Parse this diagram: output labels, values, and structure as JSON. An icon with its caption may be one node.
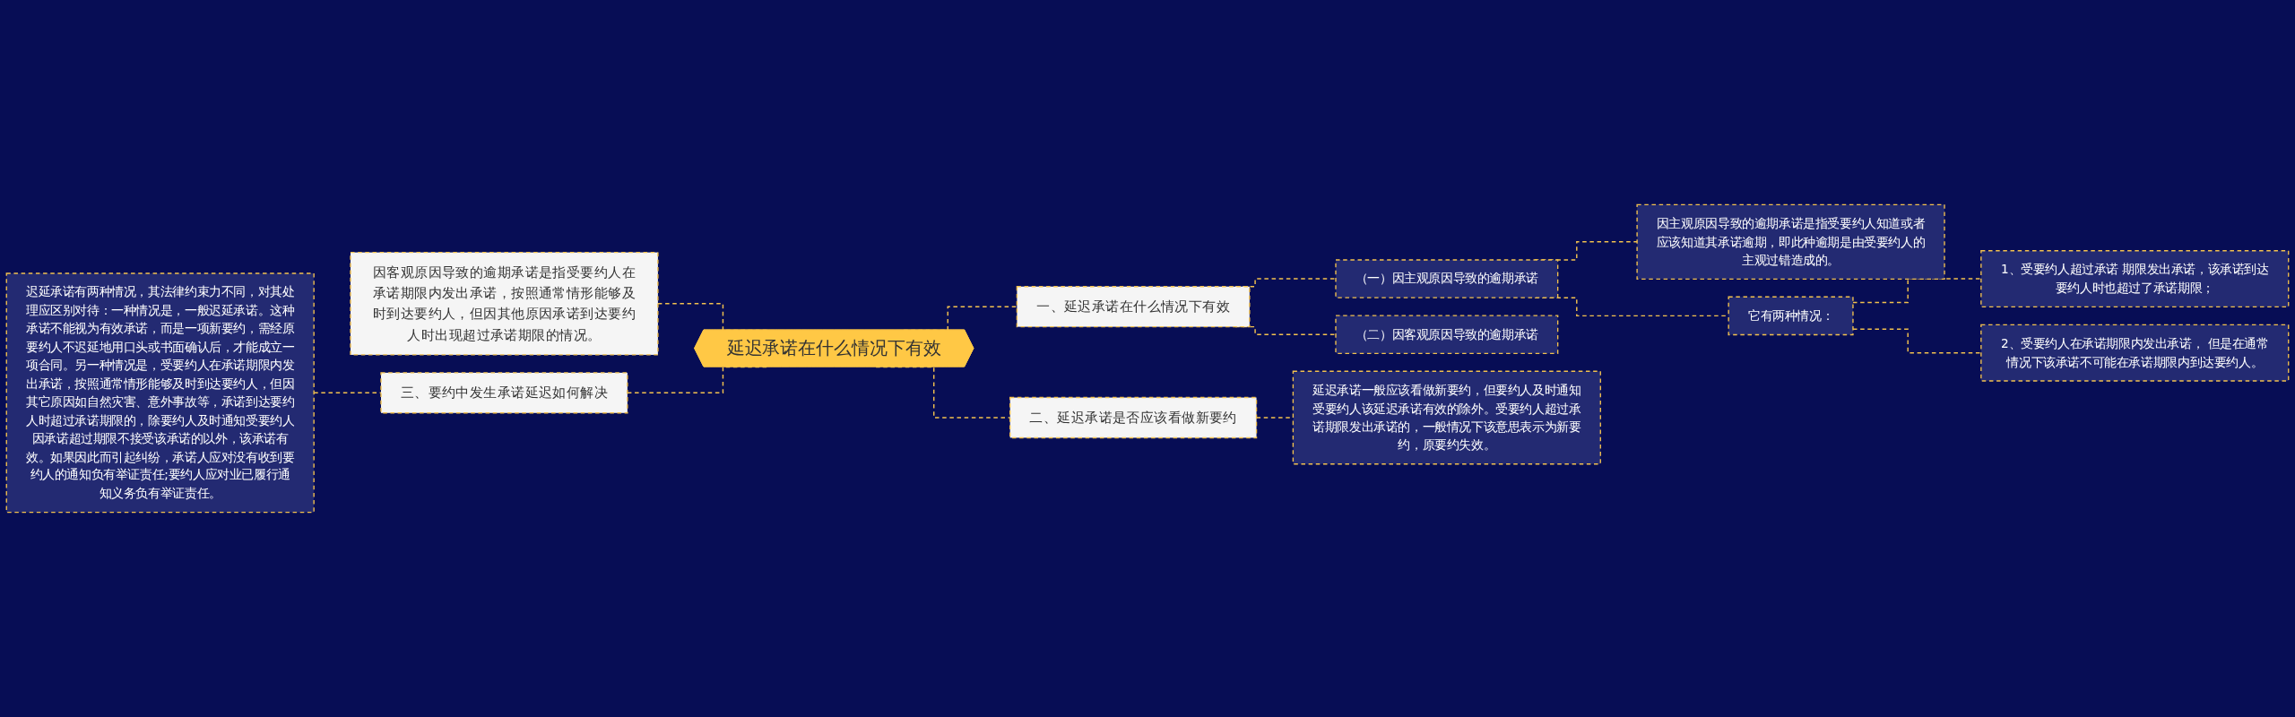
{
  "diagram": {
    "nodes": [
      {
        "text": [
          "延迟承诺在什么情况下有效"
        ]
      },
      {
        "text": [
          "一、延迟承诺在什么情况下有效"
        ]
      },
      {
        "text": [
          "（一）因主观原因导致的逾期承诺"
        ]
      },
      {
        "text": [
          "因主观原因导致的逾期承诺是指受要约人知道或者应该知道其承诺逾期，即此种逾期是由受要约人的主观过错造成的。"
        ]
      },
      {
        "text": [
          "它有两种情况："
        ]
      },
      {
        "text": [
          "1、受要约人超过承诺 期限发出承诺，该承诺到达要约人时也超过了承诺期限；"
        ]
      },
      {
        "text": [
          "2、受要约人在承诺期限内发出承诺， 但是在通常情况下该承诺不可能在承诺期限内到达要约人。"
        ]
      },
      {
        "text": [
          "（二）因客观原因导致的逾期承诺"
        ]
      },
      {
        "text": [
          "二、延迟承诺是否应该看做新要约"
        ]
      },
      {
        "text": [
          "延迟承诺一般应该看做新要约，但要约人及时通知受要约人该延迟承诺有效的除外。受要约人超过承诺期限发出承诺的，一般情况下该意思表示为新要约，原要约失效。"
        ]
      },
      {
        "text": [
          "因客观原因导致的逾期承诺是指受要约人在承诺期限内发出承诺，按照通常情形能够及时到达要约人，但因其他原因承诺到达要约人时出现超过承诺期限的情况。"
        ]
      },
      {
        "text": [
          "三、要约中发生承诺延迟如何解决"
        ]
      },
      {
        "text": [
          "迟延承诺有两种情况，其法律约束力不同，对其处理应区别对待：一种情况是，一般迟延承诺。这种承诺不能视为有效承诺，而是一项新要约，需经原要约人不迟延地用口头或书面确认后，才能成立一项合同。另一种情况是，受要约人在承诺期限内发出承诺，按照通常情形能够及时到达要约人，但因其它原因如自然灾害、意外事故等，承诺到达要约人时超过承诺期限的，除要约人及时通知受要约人因承诺超过期限不接受该承诺的以外，该承诺有效。如果因此而引起纠纷，承诺人应对没有收到要约人的通知负有举证责任;要约人应对业已履行通知义务负有举证责任。"
        ]
      }
    ],
    "edges": [
      {
        "from": 0,
        "to": 1,
        "arrow": "none",
        "style": "dashed"
      },
      {
        "from": 1,
        "to": 2,
        "arrow": "none",
        "style": "dashed"
      },
      {
        "from": 2,
        "to": 3,
        "arrow": "none",
        "style": "dashed"
      },
      {
        "from": 2,
        "to": 4,
        "arrow": "none",
        "style": "dashed"
      },
      {
        "from": 4,
        "to": 5,
        "arrow": "none",
        "style": "dashed"
      },
      {
        "from": 4,
        "to": 6,
        "arrow": "none",
        "style": "dashed"
      },
      {
        "from": 1,
        "to": 7,
        "arrow": "none",
        "style": "dashed"
      },
      {
        "from": 0,
        "to": 8,
        "arrow": "none",
        "style": "dashed"
      },
      {
        "from": 8,
        "to": 9,
        "arrow": "none",
        "style": "dashed"
      },
      {
        "from": 10,
        "to": 0,
        "arrow": "none",
        "style": "dashed"
      },
      {
        "from": 11,
        "to": 0,
        "arrow": "none",
        "style": "dashed"
      },
      {
        "from": 12,
        "to": 11,
        "arrow": "none",
        "style": "dashed"
      }
    ]
  }
}
